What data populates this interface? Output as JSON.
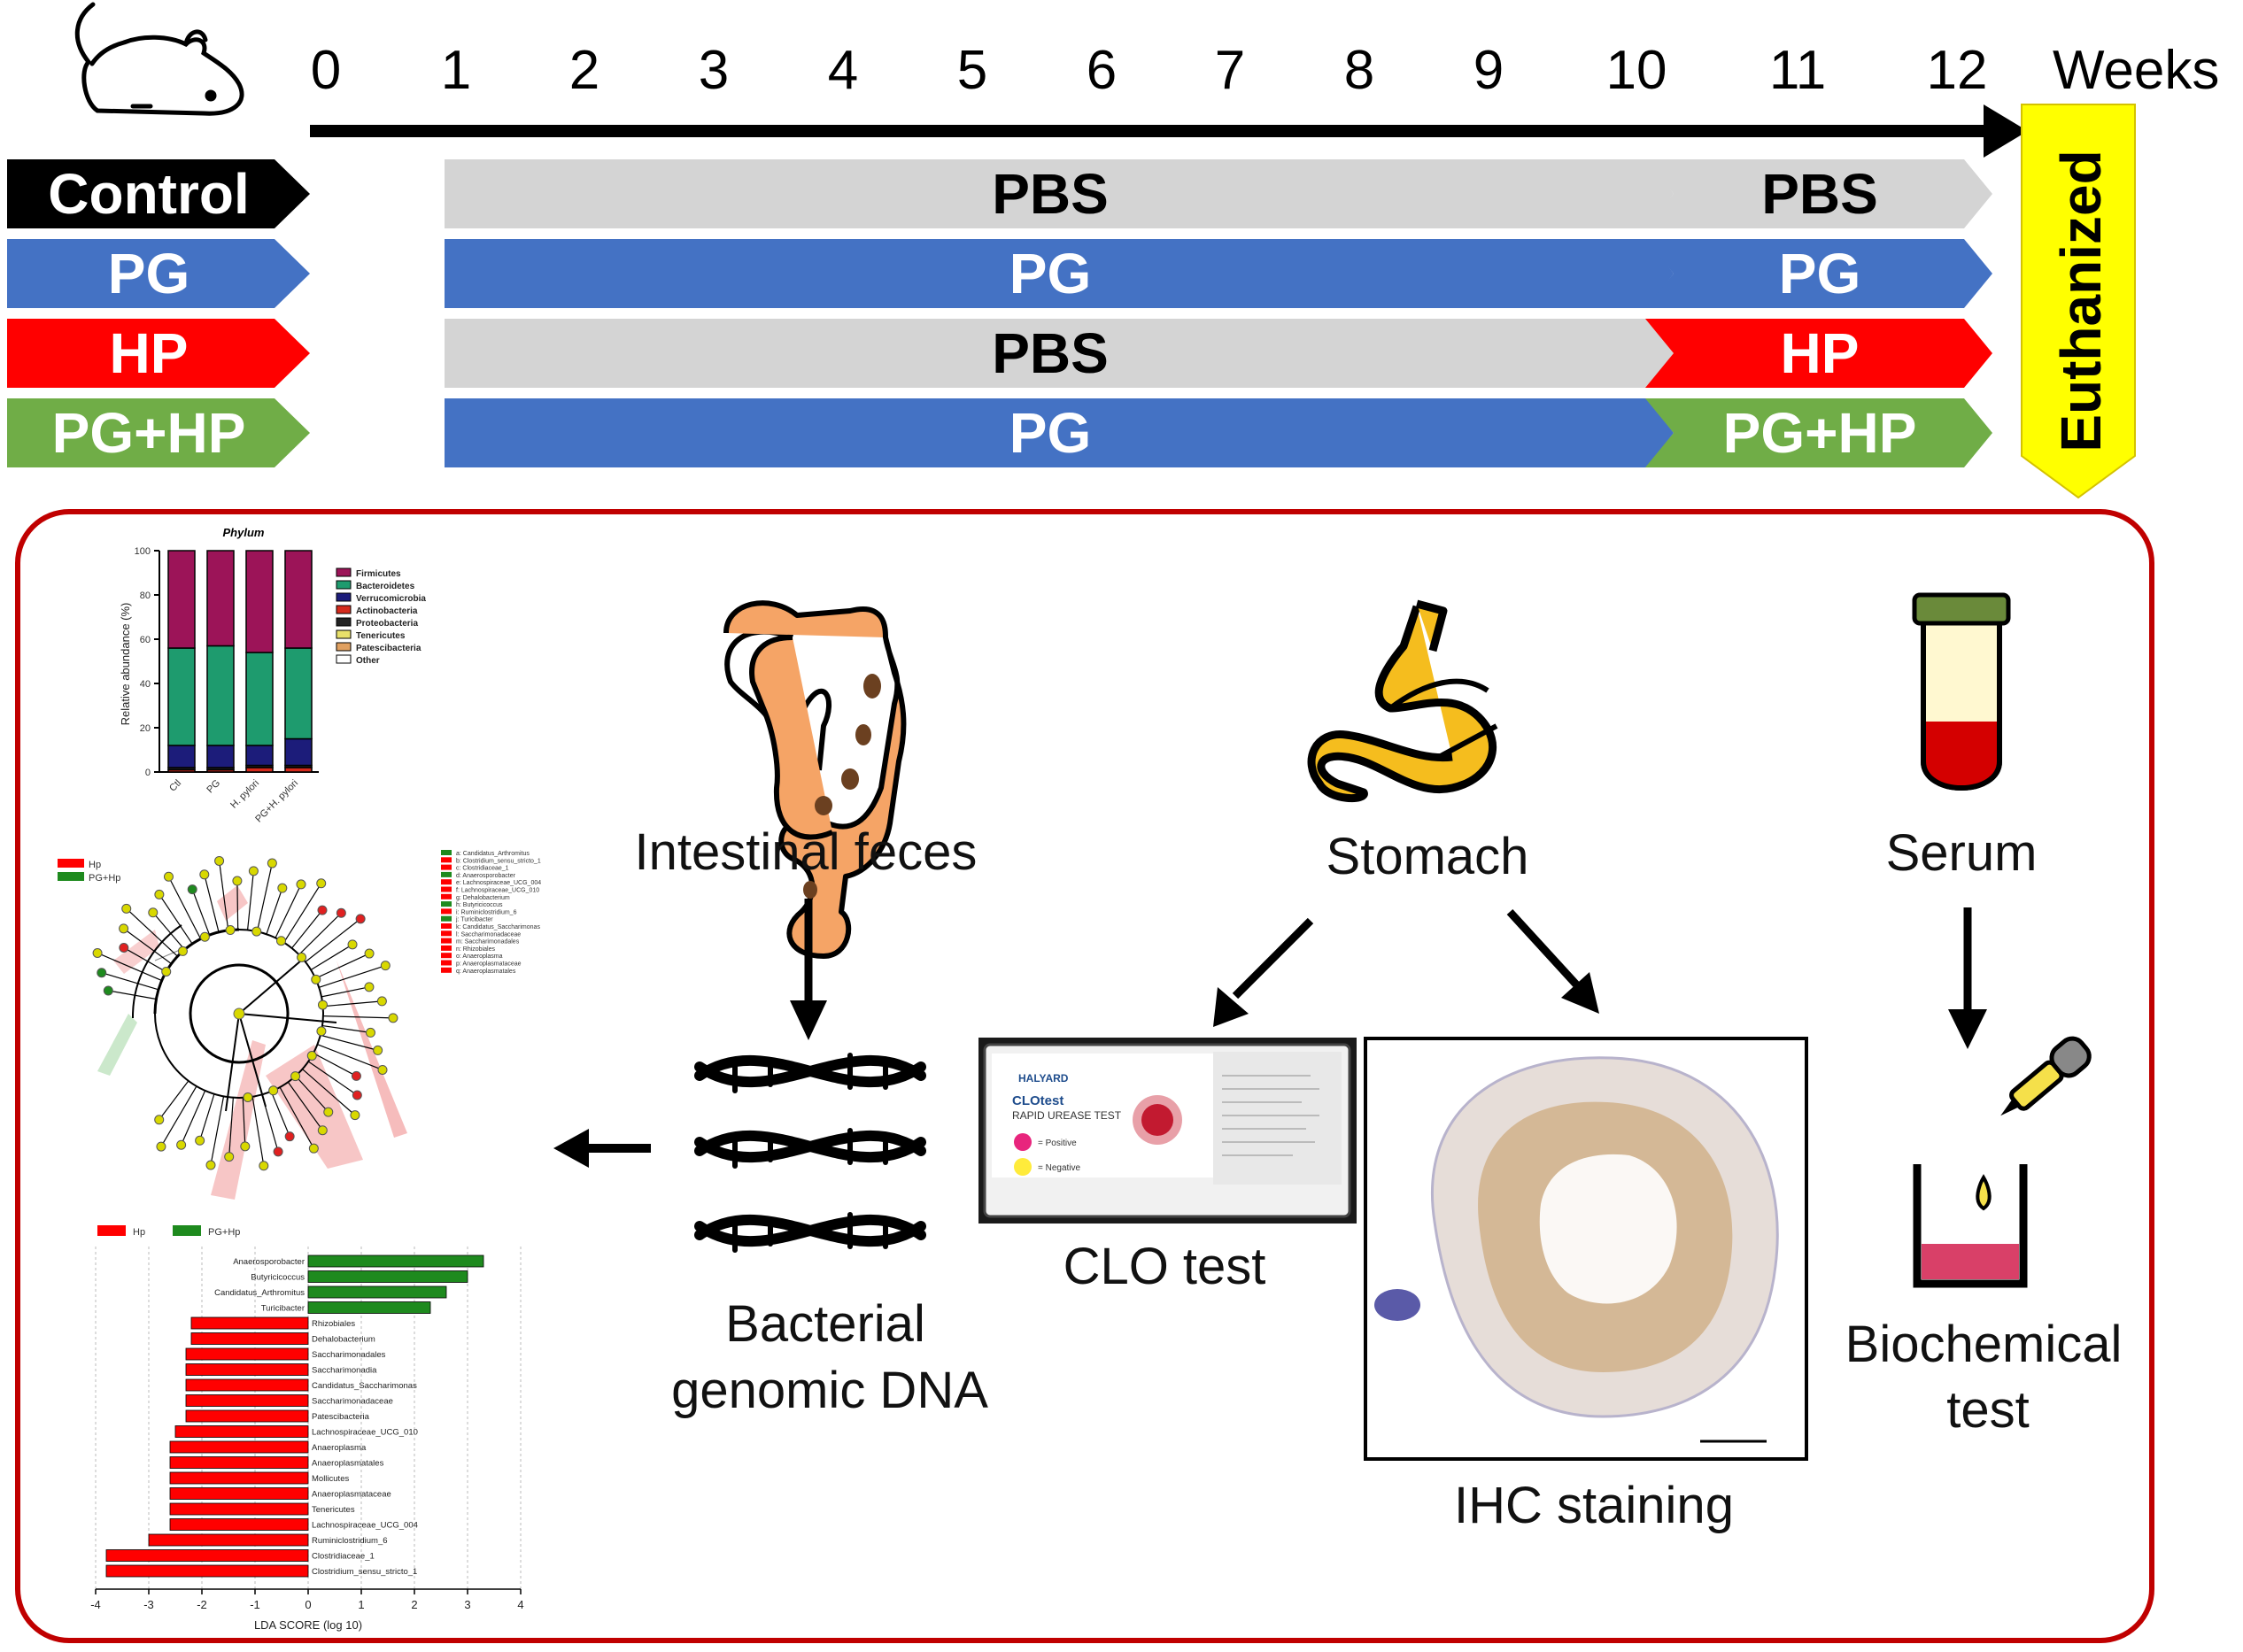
{
  "timeline": {
    "weeks": [
      "0",
      "1",
      "2",
      "3",
      "4",
      "5",
      "6",
      "7",
      "8",
      "9",
      "10",
      "11",
      "12"
    ],
    "unit_label": "Weeks"
  },
  "groups": [
    {
      "label": "Control",
      "color": "#000000",
      "text_color": "#ffffff",
      "phase1": {
        "label": "PBS",
        "color": "#d4d4d4",
        "text_color": "#000000"
      },
      "phase2": {
        "label": "PBS",
        "color": "#d4d4d4",
        "text_color": "#000000"
      }
    },
    {
      "label": "PG",
      "color": "#4472c4",
      "text_color": "#ffffff",
      "phase1": {
        "label": "PG",
        "color": "#4472c4",
        "text_color": "#ffffff"
      },
      "phase2": {
        "label": "PG",
        "color": "#4472c4",
        "text_color": "#ffffff"
      }
    },
    {
      "label": "HP",
      "color": "#ff0000",
      "text_color": "#ffffff",
      "phase1": {
        "label": "PBS",
        "color": "#d4d4d4",
        "text_color": "#000000"
      },
      "phase2": {
        "label": "HP",
        "color": "#ff0000",
        "text_color": "#ffffff"
      }
    },
    {
      "label": "PG+HP",
      "color": "#70ad47",
      "text_color": "#ffffff",
      "phase1": {
        "label": "PG",
        "color": "#4472c4",
        "text_color": "#ffffff"
      },
      "phase2": {
        "label": "PG+HP",
        "color": "#70ad47",
        "text_color": "#ffffff"
      }
    }
  ],
  "euthanized": {
    "label": "Euthanized",
    "color": "#ffff00"
  },
  "panel_border_color": "#c00000",
  "samples": {
    "feces": "Intestinal feces",
    "stomach": "Stomach",
    "serum": "Serum"
  },
  "analyses": {
    "dna_line1": "Bacterial",
    "dna_line2": "genomic DNA",
    "clo": "CLO test",
    "ihc": "IHC staining",
    "biochem_line1": "Biochemical",
    "biochem_line2": "test"
  },
  "clo_card": {
    "brand": "HALYARD",
    "product": "CLOtest",
    "subtitle": "RAPID UREASE TEST",
    "positive": "= Positive",
    "negative": "= Negative"
  },
  "phylum_chart": {
    "title": "Phylum",
    "ylabel": "Relative abundance (%)",
    "yticks": [
      "0",
      "20",
      "40",
      "60",
      "80",
      "100"
    ],
    "categories": [
      "Ctl",
      "PG",
      "H. pylori",
      "PG+H. pylori"
    ],
    "legend": [
      "Firmicutes",
      "Bacteroidetes",
      "Verrucomicrobia",
      "Actinobacteria",
      "Proteobacteria",
      "Tenericutes",
      "Patescibacteria",
      "Other"
    ],
    "colors": [
      "#9c1458",
      "#1e9b6e",
      "#1c1c7a",
      "#d42a1c",
      "#222222",
      "#e8e06a",
      "#e0a060",
      "#ffffff"
    ]
  },
  "cladogram": {
    "legend": [
      {
        "label": "Hp",
        "color": "#ff0000"
      },
      {
        "label": "PG+Hp",
        "color": "#1e8a1e"
      }
    ],
    "taxa": [
      "a: Candidatus_Arthromitus",
      "b: Clostridium_sensu_stricto_1",
      "c: Clostridiaceae_1",
      "d: Anaerosporobacter",
      "e: Lachnospiraceae_UCG_004",
      "f: Lachnospiraceae_UCG_010",
      "g: Dehalobacterium",
      "h: Butyricicoccus",
      "i: Ruminiclostridium_6",
      "j: Turicibacter",
      "k: Candidatus_Saccharimonas",
      "l: Saccharimonadaceae",
      "m: Saccharimonadales",
      "n: Rhizobiales",
      "o: Anaeroplasma",
      "p: Anaeroplasmataceae",
      "q: Anaeroplasmatales"
    ],
    "taxa_colors": [
      "#1e8a1e",
      "#ff0000",
      "#ff0000",
      "#1e8a1e",
      "#ff0000",
      "#ff0000",
      "#ff0000",
      "#1e8a1e",
      "#ff0000",
      "#1e8a1e",
      "#ff0000",
      "#ff0000",
      "#ff0000",
      "#ff0000",
      "#ff0000",
      "#ff0000",
      "#ff0000"
    ]
  },
  "chart_data": {
    "type": "bar",
    "orientation": "horizontal",
    "xlabel": "LDA SCORE (log 10)",
    "xlim": [
      -4,
      4
    ],
    "xticks": [
      "-4",
      "-3",
      "-2",
      "-1",
      "0",
      "1",
      "2",
      "3",
      "4"
    ],
    "series": [
      {
        "name": "Hp",
        "color": "#ff0000"
      },
      {
        "name": "PG+Hp",
        "color": "#1e8a1e"
      }
    ],
    "categories": [
      "Anaerosporobacter",
      "Butyricicoccus",
      "Candidatus_Arthromitus",
      "Turicibacter",
      "Rhizobiales",
      "Dehalobacterium",
      "Saccharimonadales",
      "Saccharimonadia",
      "Candidatus_Saccharimonas",
      "Saccharimonadaceae",
      "Patescibacteria",
      "Lachnospiraceae_UCG_010",
      "Anaeroplasma",
      "Anaeroplasmatales",
      "Mollicutes",
      "Anaeroplasmataceae",
      "Tenericutes",
      "Lachnospiraceae_UCG_004",
      "Ruminiclostridium_6",
      "Clostridiaceae_1",
      "Clostridium_sensu_stricto_1"
    ],
    "values": [
      3.3,
      3.0,
      2.6,
      2.3,
      -2.2,
      -2.2,
      -2.3,
      -2.3,
      -2.3,
      -2.3,
      -2.3,
      -2.5,
      -2.6,
      -2.6,
      -2.6,
      -2.6,
      -2.6,
      -2.6,
      -3.0,
      -3.8,
      -3.8
    ],
    "groups": [
      "PG+Hp",
      "PG+Hp",
      "PG+Hp",
      "PG+Hp",
      "Hp",
      "Hp",
      "Hp",
      "Hp",
      "Hp",
      "Hp",
      "Hp",
      "Hp",
      "Hp",
      "Hp",
      "Hp",
      "Hp",
      "Hp",
      "Hp",
      "Hp",
      "Hp",
      "Hp"
    ]
  },
  "phylum_values": {
    "type": "bar",
    "stacked": true,
    "note_series_order": "bottom to top: Proteobacteria, Verrucomicrobia, Bacteroidetes, Firmicutes",
    "categories": [
      "Ctl",
      "PG",
      "H. pylori",
      "PG+H. pylori"
    ],
    "series": [
      {
        "name": "Actinobacteria",
        "values": [
          1,
          1,
          2,
          2
        ]
      },
      {
        "name": "Proteobacteria",
        "values": [
          1,
          1,
          1,
          1
        ]
      },
      {
        "name": "Verrucomicrobia",
        "values": [
          10,
          10,
          9,
          12
        ]
      },
      {
        "name": "Bacteroidetes",
        "values": [
          44,
          45,
          42,
          41
        ]
      },
      {
        "name": "Firmicutes",
        "values": [
          44,
          43,
          46,
          44
        ]
      }
    ]
  }
}
